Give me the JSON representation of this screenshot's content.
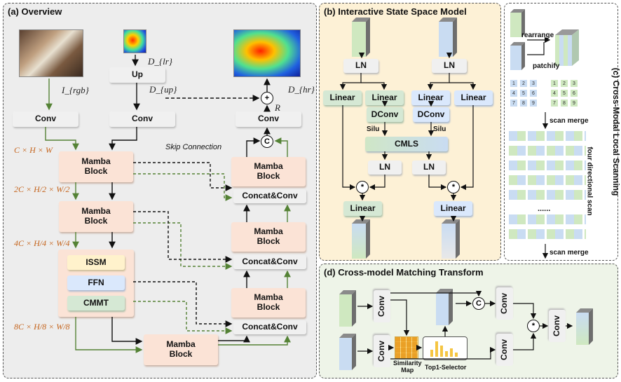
{
  "panel_a": {
    "title": "(a) Overview",
    "inputs": {
      "rgb": "I_{rgb}",
      "lr": "D_{lr}",
      "up": "D_{up}",
      "hr": "D_{hr}",
      "residual": "R"
    },
    "up_label": "Up",
    "conv_label": "Conv",
    "mamba_label": "Mamba\nBlock",
    "concat_label": "Concat&Conv",
    "skip_label": "Skip Connection",
    "dims": [
      "C × H × W",
      "2C × H/2 × W/2",
      "4C × H/4 × W/4",
      "8C × H/8 × W/8"
    ],
    "block_inner": [
      "ISSM",
      "FFN",
      "CMMT"
    ],
    "ops": {
      "plus": "+",
      "concat": "C"
    }
  },
  "panel_b": {
    "title": "(b) Interactive State Space Model",
    "ln": "LN",
    "linear": "Linear",
    "dconv": "DConv",
    "silu": "Silu",
    "cmls": "CMLS",
    "mult": "*"
  },
  "panel_c": {
    "title": "(c) Cross-Modal Local Scanning",
    "rearrange": "rearrange",
    "patchify": "patchify",
    "scan_merge": "scan merge",
    "four_dir": "four directional scan",
    "ellipsis": "......",
    "grid": [
      "1",
      "2",
      "3",
      "4",
      "5",
      "6",
      "7",
      "8",
      "9"
    ]
  },
  "panel_d": {
    "title": "(d) Cross-model Matching Transform",
    "conv": "Conv",
    "sim_map": "Similarity\nMap",
    "top1": "Top1-Selector",
    "concat": "C",
    "mult": "*"
  },
  "colors": {
    "green_arrow": "#548235",
    "orange_dim": "#c5651e"
  }
}
